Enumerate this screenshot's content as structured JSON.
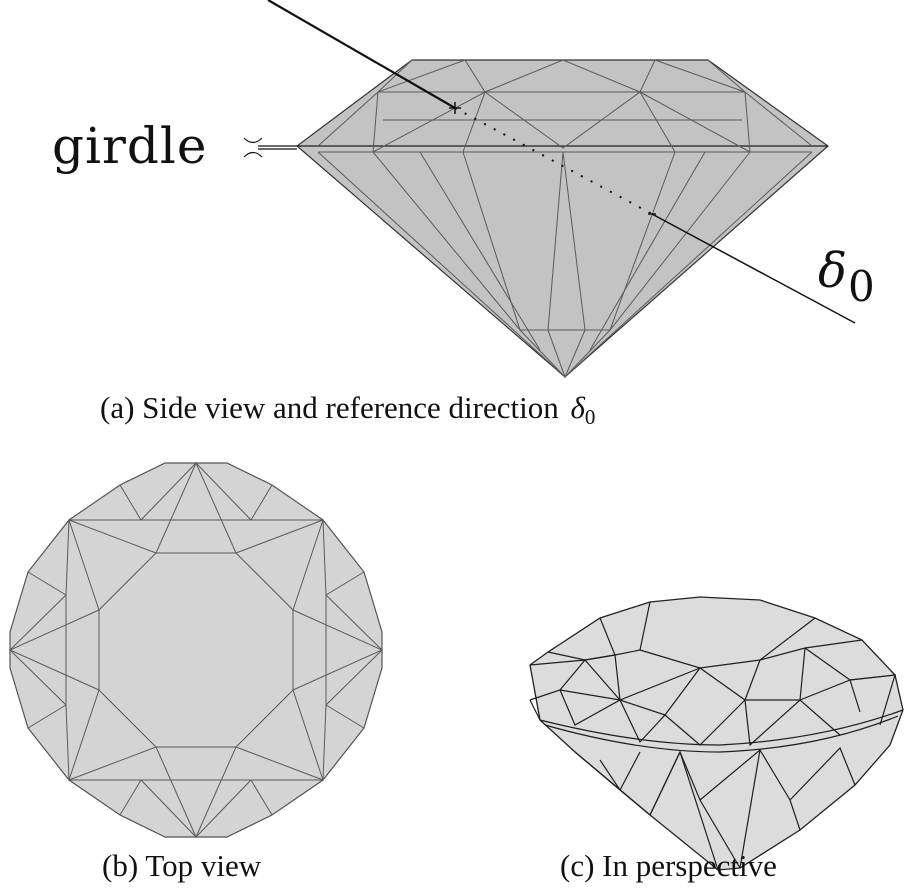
{
  "colors": {
    "side_fill": "#c3c3c3",
    "top_fill": "#d4d4d4",
    "persp_fill": "#dcdcdc",
    "edge": "#5a5a5a",
    "line": "#111111"
  },
  "labels": {
    "girdle": "girdle",
    "delta": "δ",
    "delta_sub": "0"
  },
  "captions": {
    "a_prefix": "(a) Side view and reference direction",
    "a_delta": "δ",
    "a_sub": "0",
    "b": "(b) Top view",
    "c": "(c) In perspective"
  }
}
